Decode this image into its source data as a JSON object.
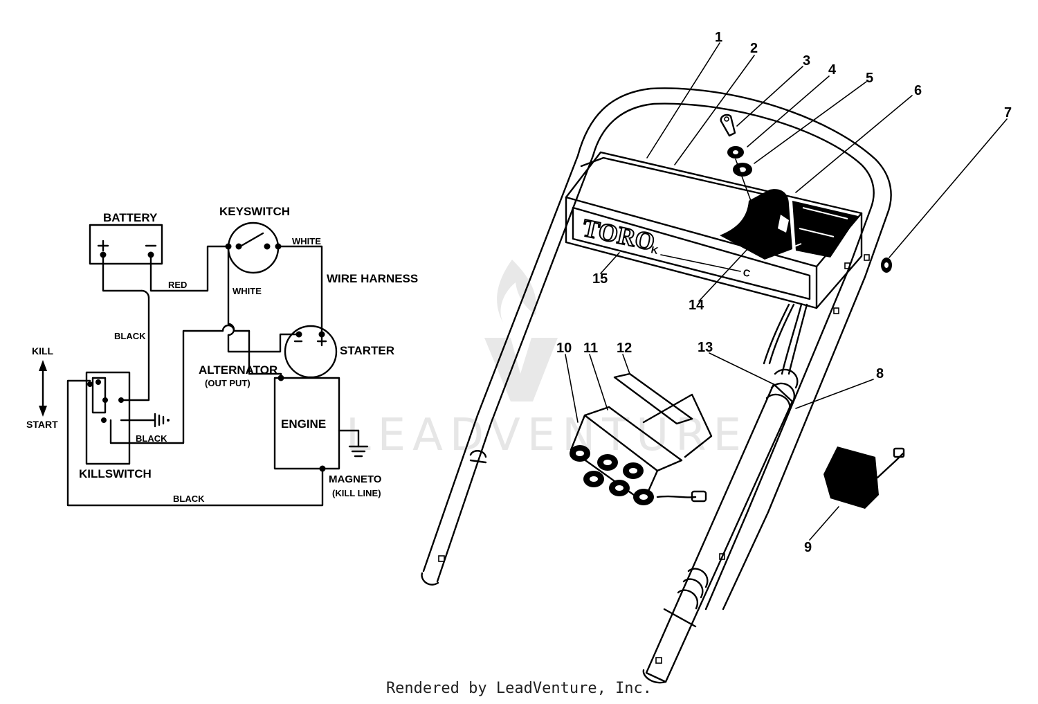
{
  "watermark": {
    "text": "LEADVENTURE",
    "color": "#e6e6e6"
  },
  "wiring_diagram": {
    "components": {
      "battery": "BATTERY",
      "keyswitch": "KEYSWITCH",
      "starter": "STARTER",
      "engine": "ENGINE",
      "killswitch": "KILLSWITCH",
      "alternator": "ALTERNATOR",
      "alternator_sub": "(OUT PUT)",
      "magneto": "MAGNETO",
      "magneto_sub": "(KILL LINE)",
      "wire_harness": "WIRE HARNESS"
    },
    "wires": {
      "red": "RED",
      "white_top": "WHITE",
      "white_mid": "WHITE",
      "black_upper": "BLACK",
      "black_mid": "BLACK",
      "black_bottom": "BLACK"
    },
    "polarity": {
      "plus": "+",
      "minus": "−"
    },
    "kill_start": {
      "kill": "KILL",
      "start": "START"
    }
  },
  "parts_diagram": {
    "brand": "TORO",
    "panel_marks": [
      "K",
      "C"
    ],
    "callouts": [
      "1",
      "2",
      "3",
      "4",
      "5",
      "6",
      "7",
      "8",
      "9",
      "10",
      "11",
      "12",
      "13",
      "14",
      "15"
    ]
  },
  "footer": {
    "text": "Rendered by LeadVenture, Inc."
  }
}
